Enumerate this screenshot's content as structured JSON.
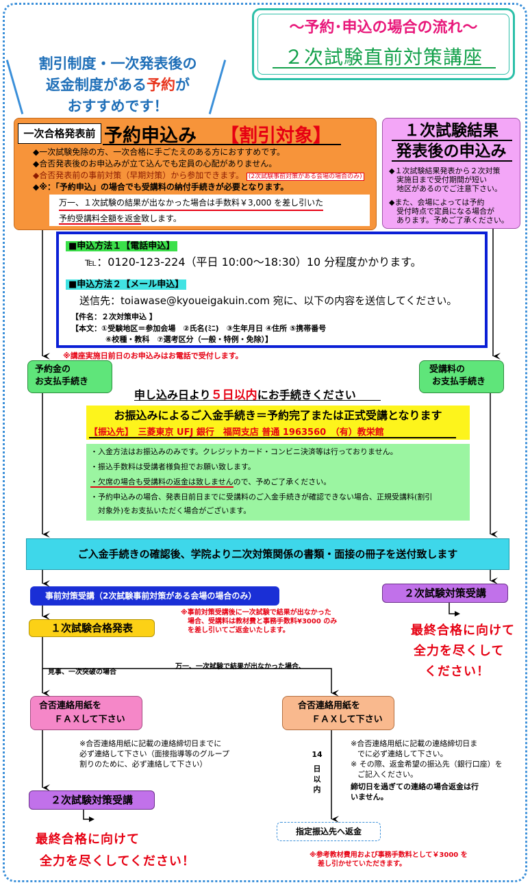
{
  "header": {
    "flow_title": "～予約･申込の場合の流れ～",
    "course_title": "２次試験直前対策講座"
  },
  "promo": {
    "line1": "割引制度・一次発表後の",
    "line2_pre": "返金制度がある",
    "line2_red": "予約",
    "line2_post": "が",
    "line3": "おすすめです！"
  },
  "reservation": {
    "badge": "一次合格発表前",
    "title": "予約申込み",
    "discount": "【割引対象】",
    "bullets": [
      "◆一次試験免除の方、一次合格に手ごたえのある方におすすめです。",
      "◆合否発表後のお申込みが立て込んでも定員の心配がありません。",
      "◆合否発表前の事前対策（早期対策）から参加できます。",
      "◆※：「予約申込」の場合でも受講料の納付手続きが必要となります。"
    ],
    "bullet3_note": "(2次試験事前対策がある会場の場合のみ)",
    "refund_line1": "万一、１次試験の結果が出なかった場合は手数料￥3,000 を差し引いた",
    "refund_line2_u": "予約受講料全額を返金",
    "refund_line2_rest": "致します。"
  },
  "after_results": {
    "title_line1": "１次試験結果",
    "title_line2": "発表後の申込み",
    "bullets": [
      "◆１次試験結果発表から２次対策",
      "　実施日まで受付期間が短い",
      "　地区があるのでご注意下さい。",
      "◆また、会場によっては予約",
      "　受付時点で定員になる場合が",
      "　あります。予めご了承ください。"
    ]
  },
  "methods": {
    "method1_label": "■申込方法１【電話申込】",
    "tel": "℡：0120-123-224（平日 10:00～18:30）10 分程度かかります。",
    "method2_label": "■申込方法２【メール申込】",
    "mail": "送信先：toiawase@kyoueigakuin.com 宛に、以下の内容を送信してください。",
    "subject": "【件名：２次対策申込 】",
    "body1": "【本文：①受験地区＝参加会場　②氏名(ﾐﾆ)　③生年月日 ④住所 ⑤携帯番号",
    "body2": "⑥校種・教科　⑦選考区分（一般・特例・免除）】",
    "note": "※講座実施日前日のお申込みはお電話で受付します。"
  },
  "payment": {
    "left_pill_line1": "予約金の",
    "left_pill_line2": "お支払手続き",
    "right_pill_line1": "受講料の",
    "right_pill_line2": "お支払手続き",
    "deadline_pre": "申し込み日より",
    "deadline_red": "５日以内",
    "deadline_post": "にお手続きください",
    "yellow_line": "お振込みによるご入金手続き＝予約完了または正式受講となります",
    "bank": "【振込先】　三菱東京 UFJ 銀行　福岡支店 普通 1963560　（有）教栄館",
    "notes": [
      "・入金方法はお振込みのみです。クレジットカード・コンビニ決済等は行っておりません。",
      "・振込手数料は受講者様負担でお願い致します。",
      "・欠席の場合も受講料の返金は致しません",
      "ので、予めご了承ください。",
      "・予約申込みの場合、発表日前日までに受講料のご入金手続きが確認できない場合、正規受講料(割引",
      "　対象外)をお支払いただく場合がございます。"
    ]
  },
  "confirmation": "ご入金手続きの確認後、学院より二次対策関係の書類・面接の冊子を送付致します",
  "flow": {
    "pre_course": "事前対策受講（2次試験事前対策がある会場の場合のみ）",
    "pre_note1": "※事前対策受講後に一次試験で結果が出なかった",
    "pre_note2": "場合、受講料は教材費と事務手数料¥3000 のみ",
    "pre_note3": "を差し引いてご返金いたします。",
    "first_result": "１次試験合格発表",
    "pass_label": "見事、一次突破の場合",
    "fail_label": "万一、一次試験で結果が出なかった場合、",
    "fax_left_line1": "合否連絡用紙を",
    "fax_left_line2": "ＦＡＸして下さい",
    "fax_right_line1": "合否連絡用紙を",
    "fax_right_line2": "ＦＡＸして下さい",
    "left_note1": "※合否連絡用紙に記載の連絡締切日までに",
    "left_note2": "必ず連絡して下さい（面接指導等のグループ",
    "left_note3": "割りのために、必ず連絡して下さい）",
    "days_label_1": "14",
    "days_label_2": "日",
    "days_label_3": "以",
    "days_label_4": "内",
    "right_note1": "※合否連絡用紙に記載の連絡締切日ま",
    "right_note2": "でに必ず連絡して下さい。",
    "right_note3": "※ その際、返金希望の振込先（銀行口座）を",
    "right_note4": "ご記入ください。",
    "right_note5": "締切日を過ぎての連絡の場合返金は行",
    "right_note6": "いません。",
    "course_left": "２次試験対策受講",
    "course_right": "２次試験対策受講",
    "final_left_1": "最終合格に向けて",
    "final_left_2": "全力を尽くしてください！",
    "final_right_1": "最終合格に向けて",
    "final_right_2": "全力を尽くして",
    "final_right_3": "ください！",
    "refund": "指定振込先へ返金",
    "bottom_note1": "※参考教材費用および事務手数料として￥3000 を",
    "bottom_note2": "差し引かせていただきます。"
  }
}
